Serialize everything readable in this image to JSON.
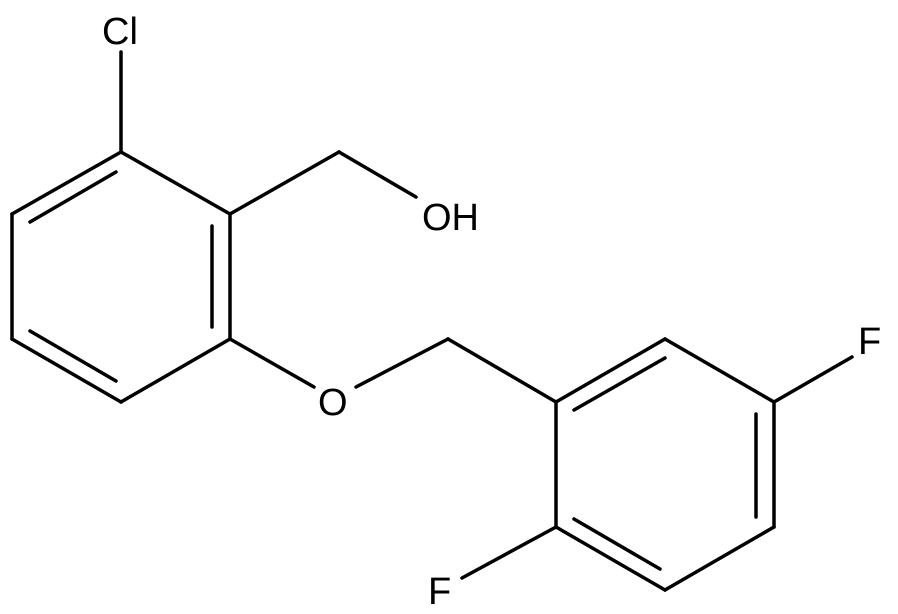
{
  "molecule": {
    "atoms": {
      "chlorine": "Cl",
      "hydroxyl": "OH",
      "ether_oxygen": "O",
      "fluorine_upper": "F",
      "fluorine_lower": "F"
    },
    "colors": {
      "bond": "#000000",
      "label": "#000000",
      "background": "#ffffff"
    }
  }
}
